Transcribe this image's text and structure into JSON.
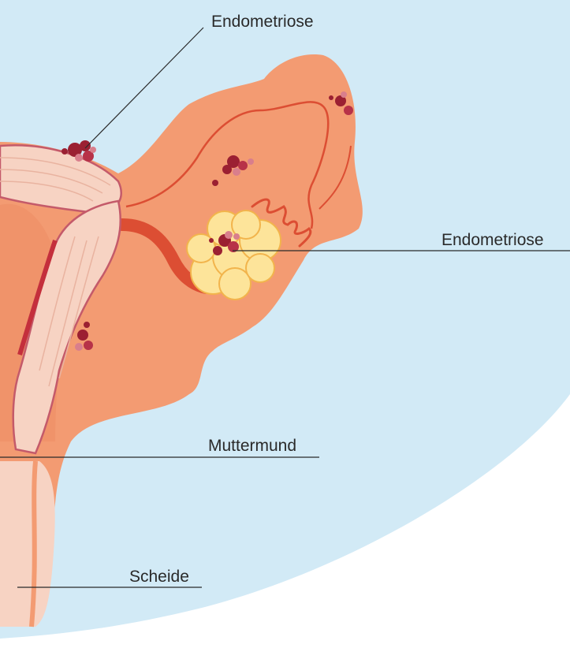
{
  "labels": {
    "endometriosis_top": "Endometriose",
    "endometriosis_right": "Endometriose",
    "cervix": "Muttermund",
    "vagina": "Scheide"
  },
  "colors": {
    "background_blue": "#d2eaf6",
    "tissue_orange": "#f39b72",
    "tube_red": "#dc4e33",
    "lining_pink": "#f7d3c3",
    "ovary_yellow": "#fde49a",
    "lesion_dark": "#9b2032",
    "lesion_light": "#d97e8c"
  }
}
